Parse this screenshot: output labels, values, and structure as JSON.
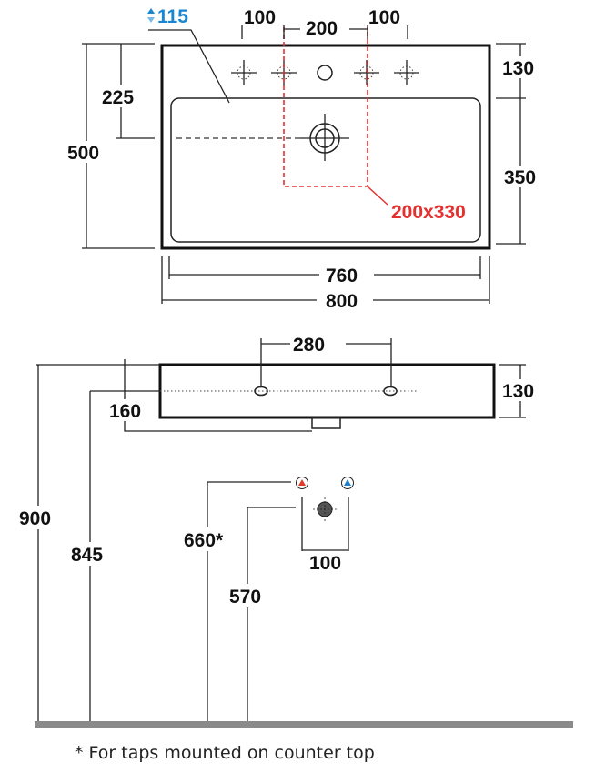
{
  "top_view": {
    "depth_label": "115",
    "tap_spacing_left": "100",
    "tap_spacing_center": "200",
    "tap_spacing_right": "100",
    "dim_225": "225",
    "dim_500": "500",
    "dim_130": "130",
    "dim_350": "350",
    "cutout_label": "200x330",
    "dim_760": "760",
    "dim_800": "800"
  },
  "front_view": {
    "dim_280": "280",
    "dim_130": "130",
    "dim_160": "160"
  },
  "wall_view": {
    "dim_900": "900",
    "dim_845": "845",
    "dim_660": "660*",
    "dim_570": "570",
    "dim_100": "100"
  },
  "footnote": "* For taps mounted on counter top",
  "colors": {
    "cutout": "#e53030",
    "depth": "#1a86d0",
    "hot": "#e03a2a",
    "cold": "#1a7fd0",
    "floor": "#8a8a8a"
  }
}
